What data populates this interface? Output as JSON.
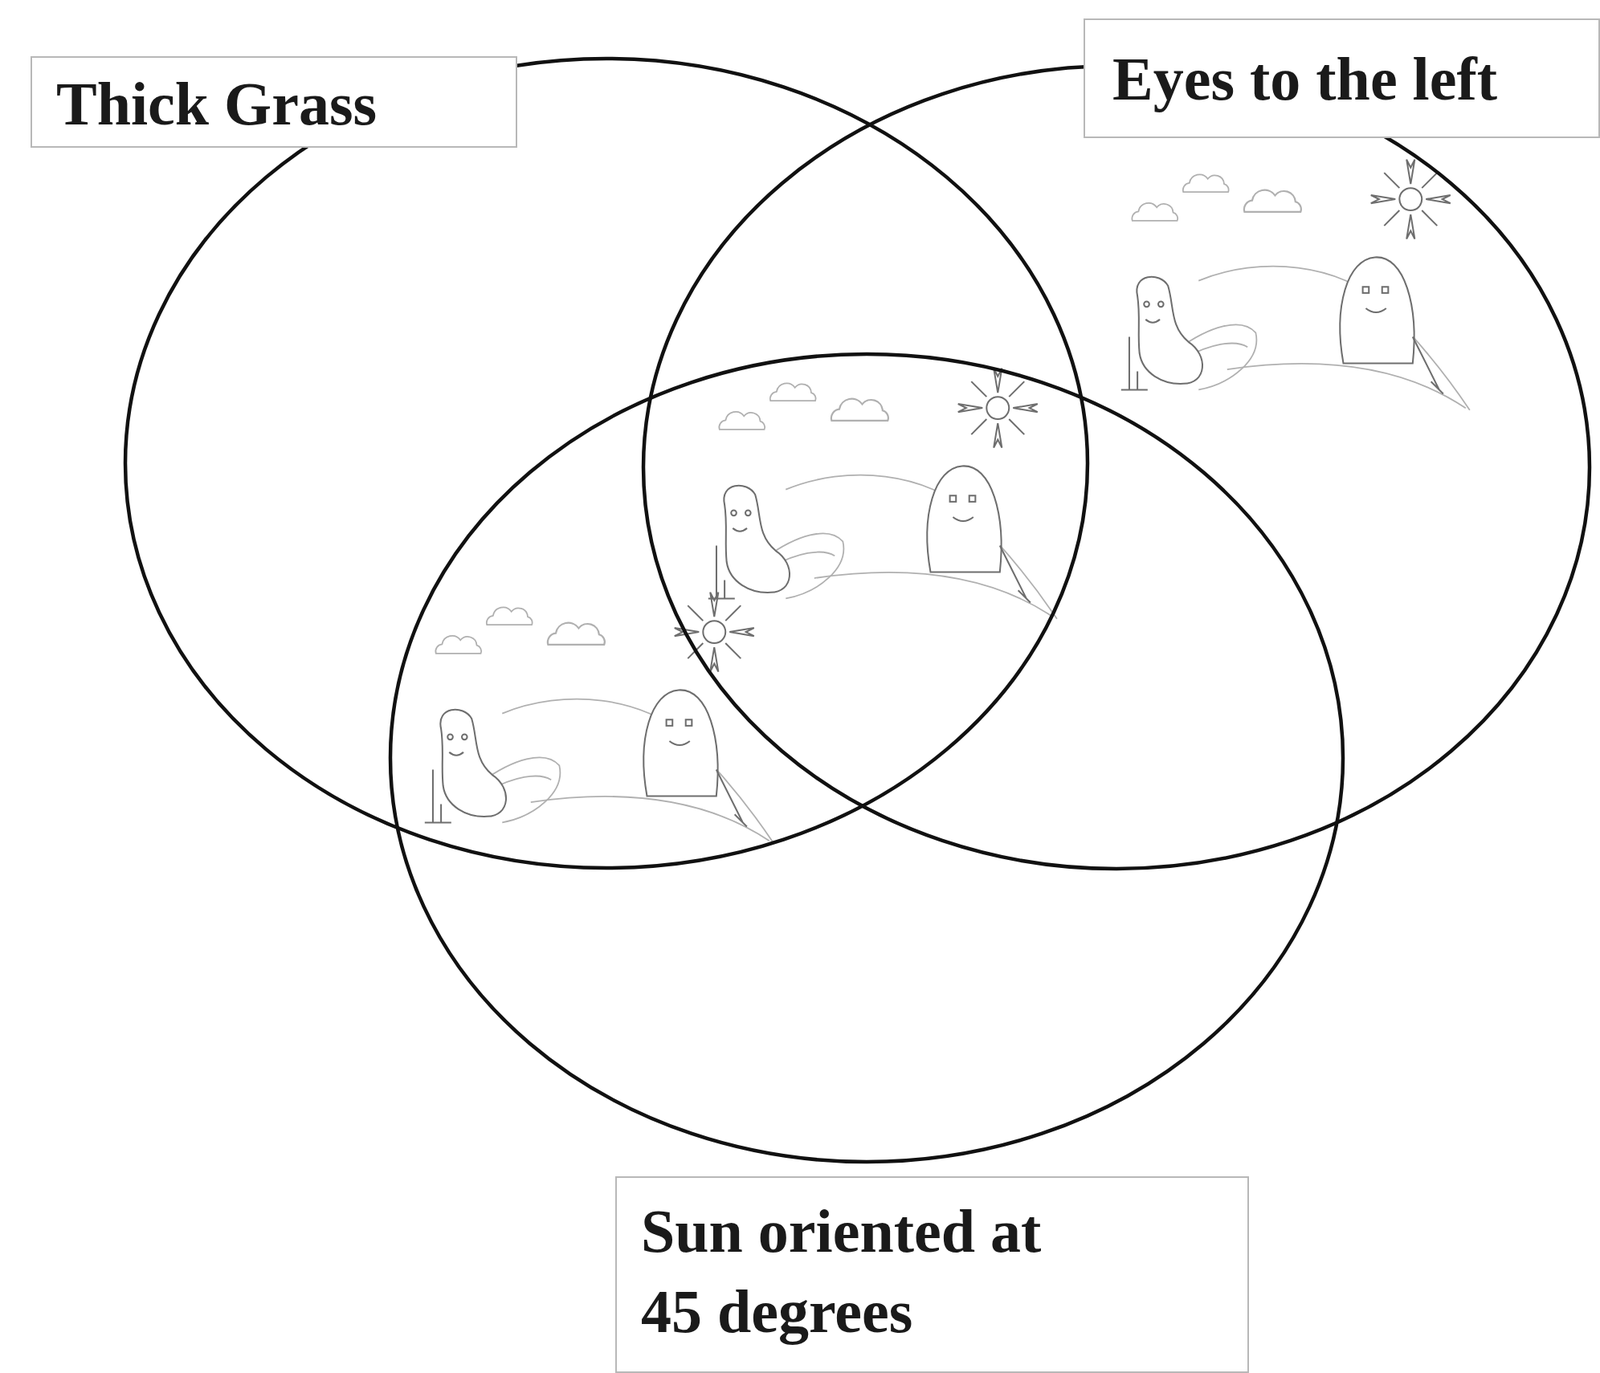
{
  "diagram": {
    "nodes": [
      {
        "text": [
          "Thick Grass"
        ]
      },
      {
        "text": [
          "Eyes to the left"
        ]
      },
      {
        "text": [
          "Sun oriented at 45 degrees"
        ]
      }
    ]
  }
}
